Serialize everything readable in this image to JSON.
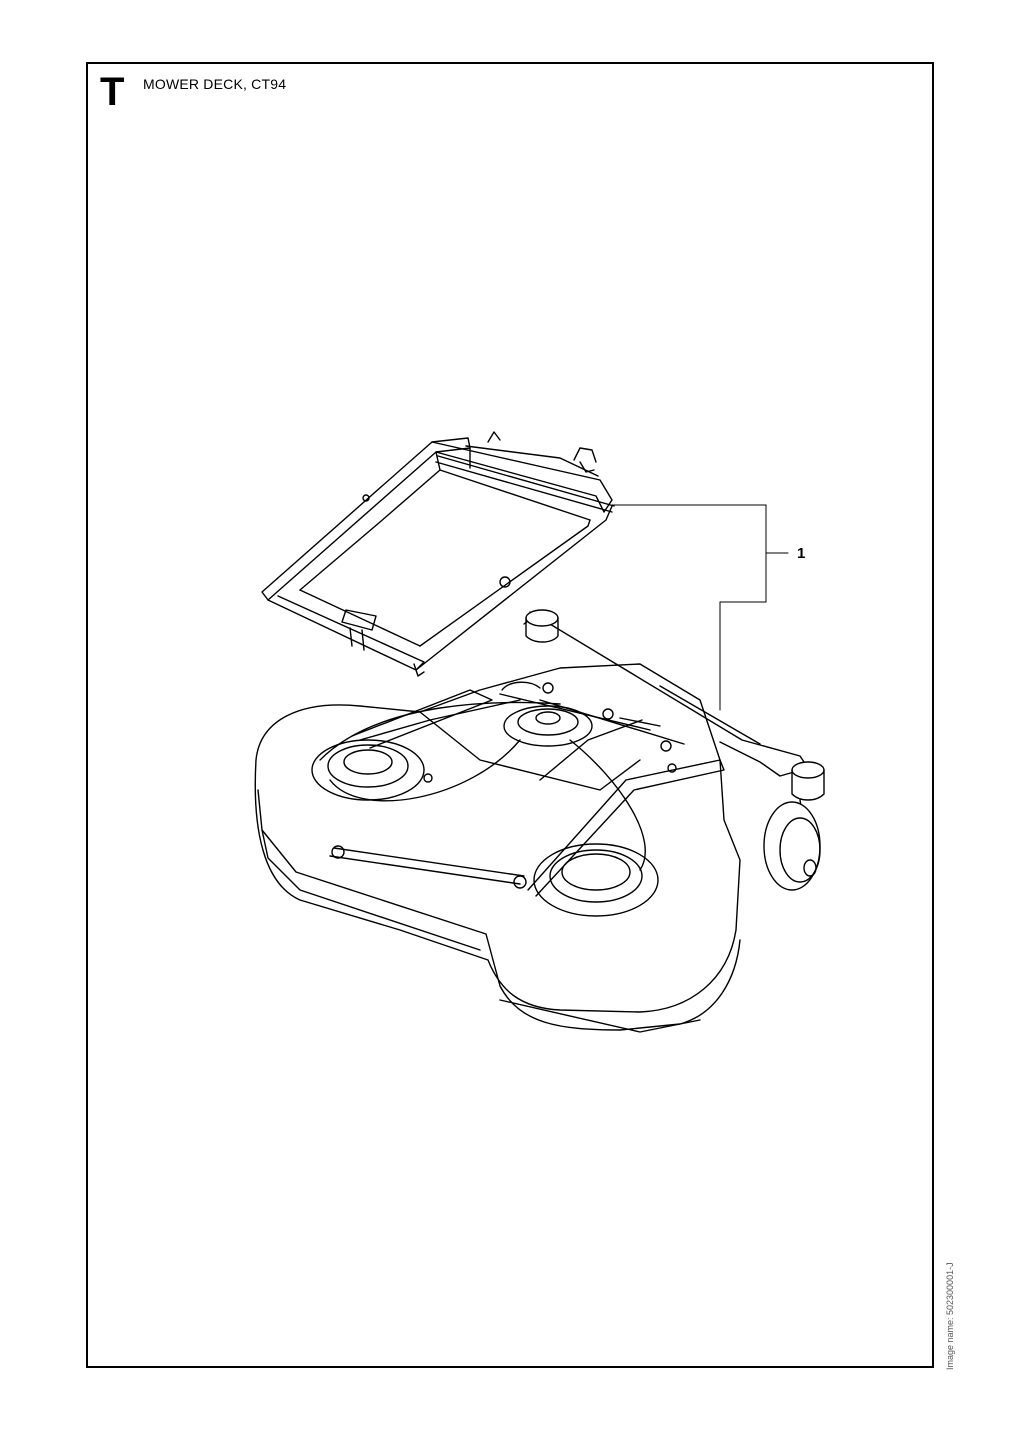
{
  "header": {
    "section_letter": "T",
    "title": "MOWER DECK, CT94"
  },
  "callouts": [
    {
      "label": "1"
    }
  ],
  "footer": {
    "image_name": "Image name: 502300001-J"
  }
}
